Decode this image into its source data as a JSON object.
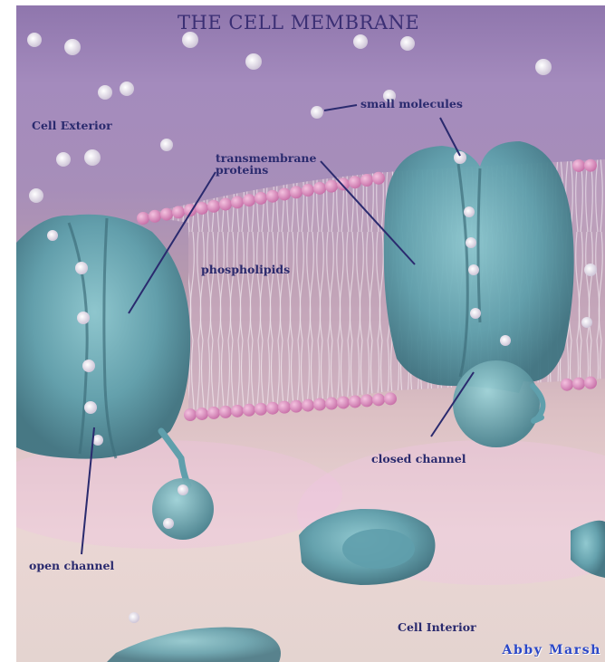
{
  "title": "THE CELL MEMBRANE",
  "labels": {
    "cell_exterior": "Cell Exterior",
    "cell_interior": "Cell Interior",
    "small_molecules": "small molecules",
    "transmembrane_proteins_line1": "transmembrane",
    "transmembrane_proteins_line2": "proteins",
    "phospholipids": "phospholipids",
    "closed_channel": "closed channel",
    "open_channel": "open channel"
  },
  "signature": "Abby Marsh",
  "colors": {
    "exterior": "#9d86b6",
    "interior": "#e9d6d4",
    "protein": "#5f9fac",
    "phospholipid_head": "#d883ba",
    "label_text": "#2a2a6e",
    "signature": "#2a47c8"
  }
}
